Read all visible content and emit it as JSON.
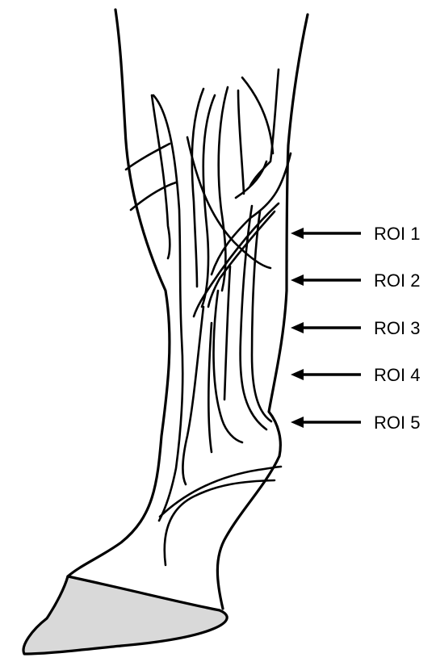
{
  "figure": {
    "roi_labels": [
      {
        "id": "roi-1",
        "label": "ROI 1"
      },
      {
        "id": "roi-2",
        "label": "ROI 2"
      },
      {
        "id": "roi-3",
        "label": "ROI 3"
      },
      {
        "id": "roi-4",
        "label": "ROI 4"
      },
      {
        "id": "roi-5",
        "label": "ROI 5"
      }
    ],
    "colors": {
      "line": "#000000",
      "hoof_fill": "#d9d9d9",
      "background": "#ffffff"
    }
  }
}
